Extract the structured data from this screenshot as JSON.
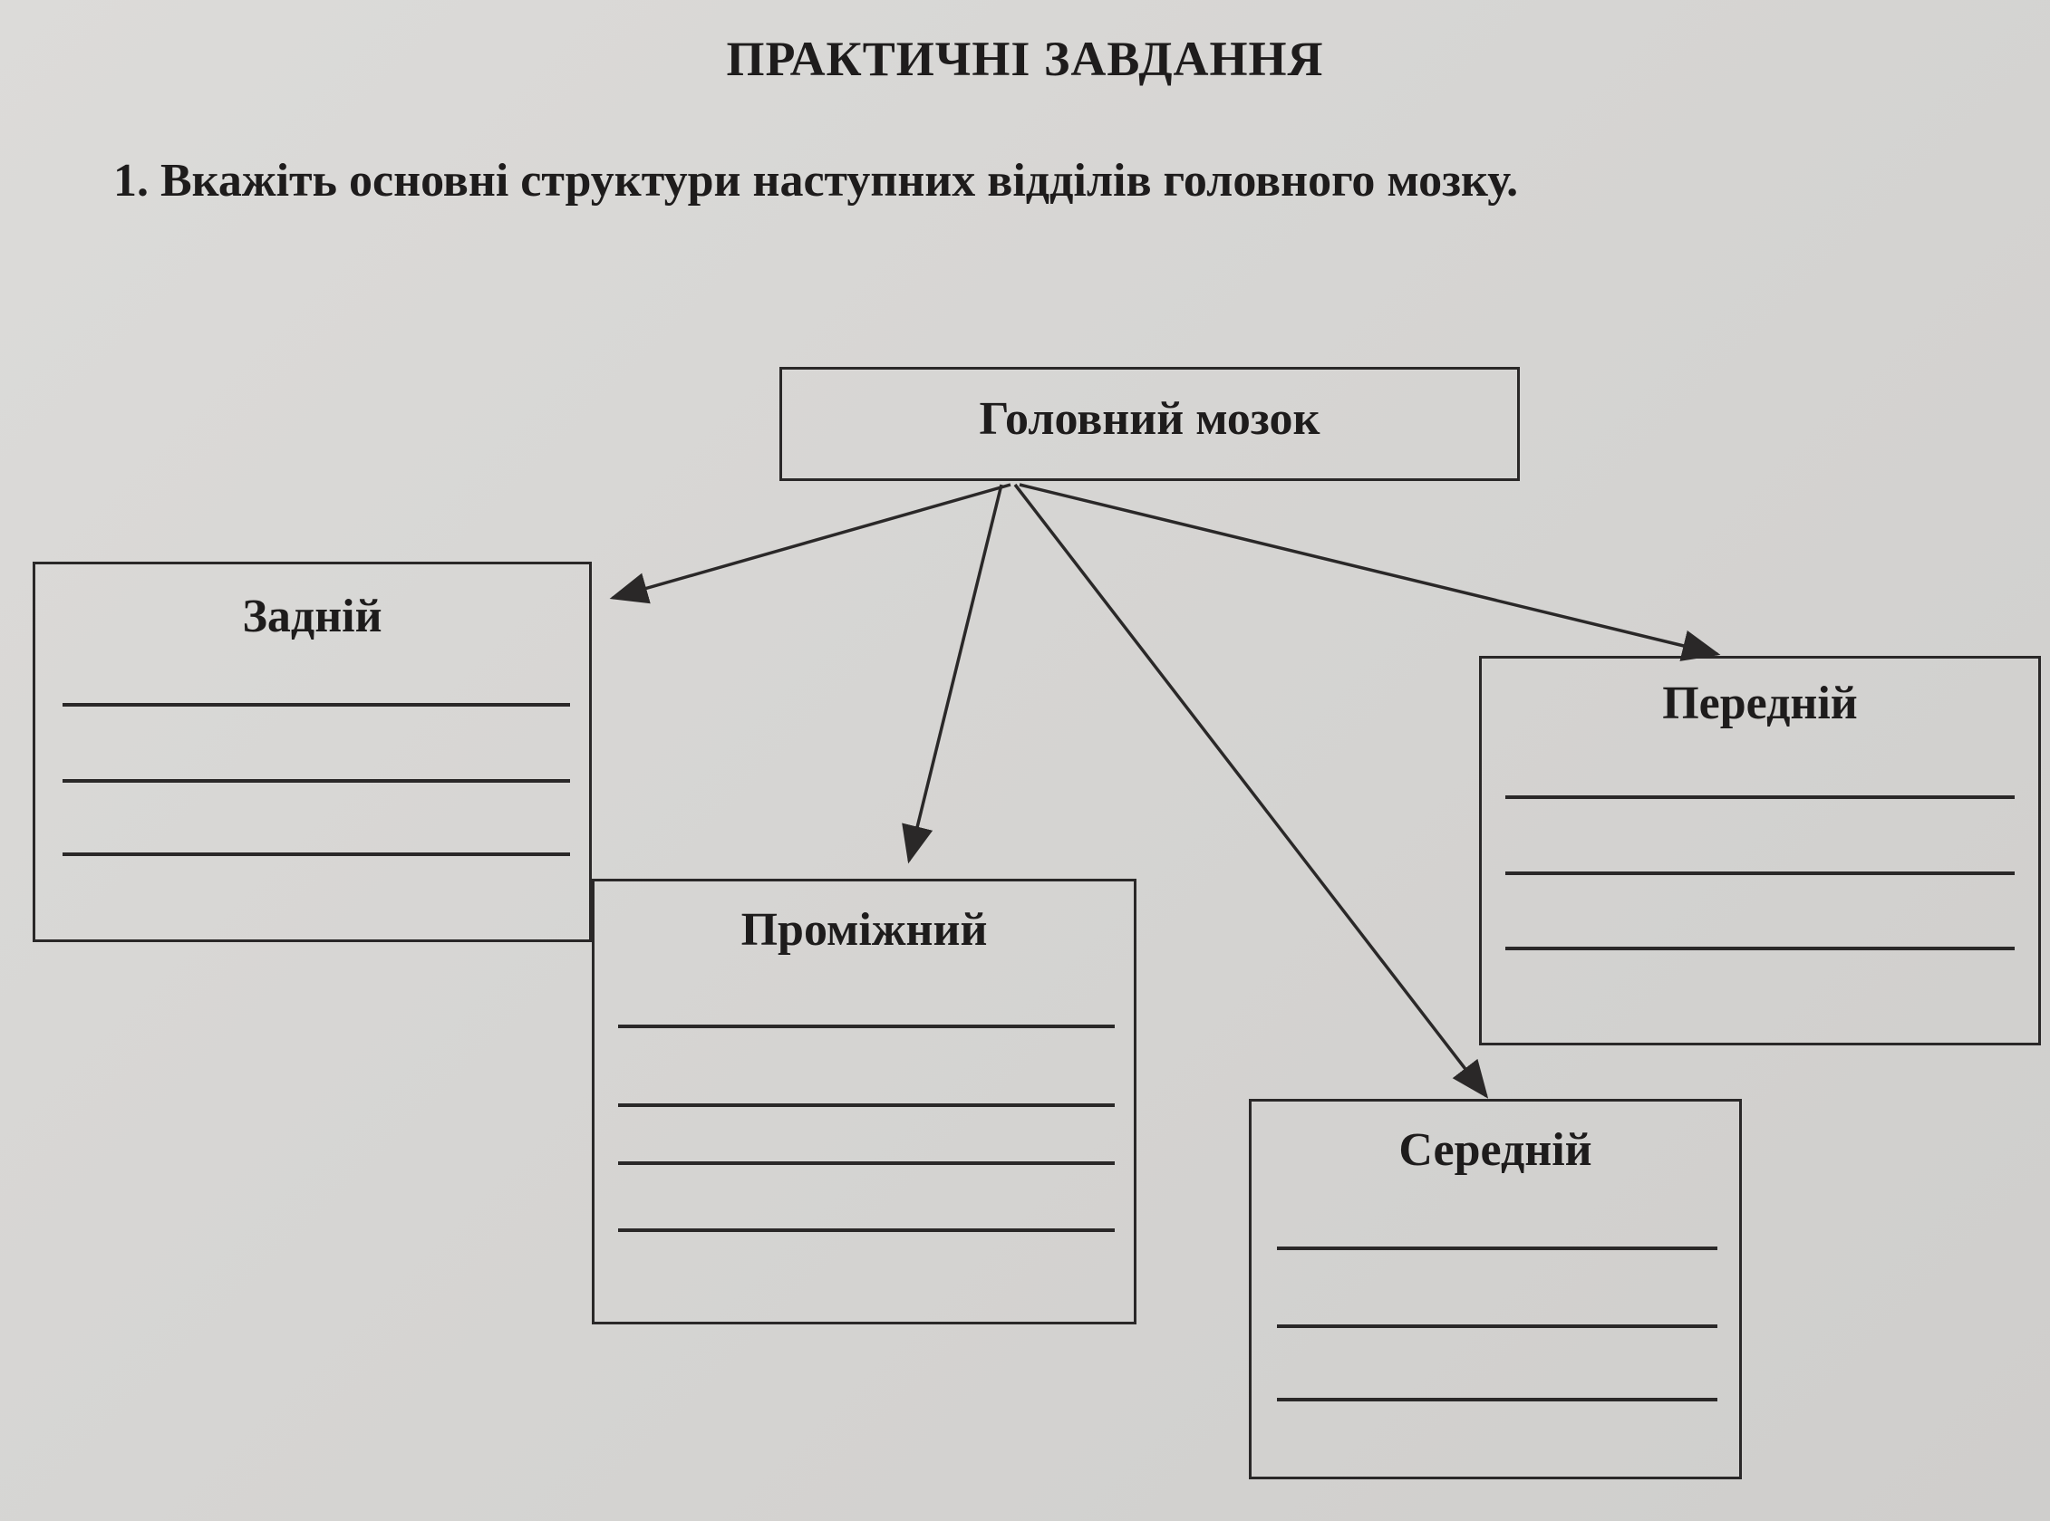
{
  "heading": "ПРАКТИЧНІ ЗАВДАННЯ",
  "task": "1. Вкажіть основні структури наступних відділів головного мозку.",
  "diagram": {
    "root": "Головний мозок",
    "hind": "Задній",
    "diencephalon": "Проміжний",
    "midbrain": "Середній",
    "forebrain": "Передній"
  },
  "colors": {
    "ink": "#2a2828",
    "paper": "#d9d8d6"
  }
}
